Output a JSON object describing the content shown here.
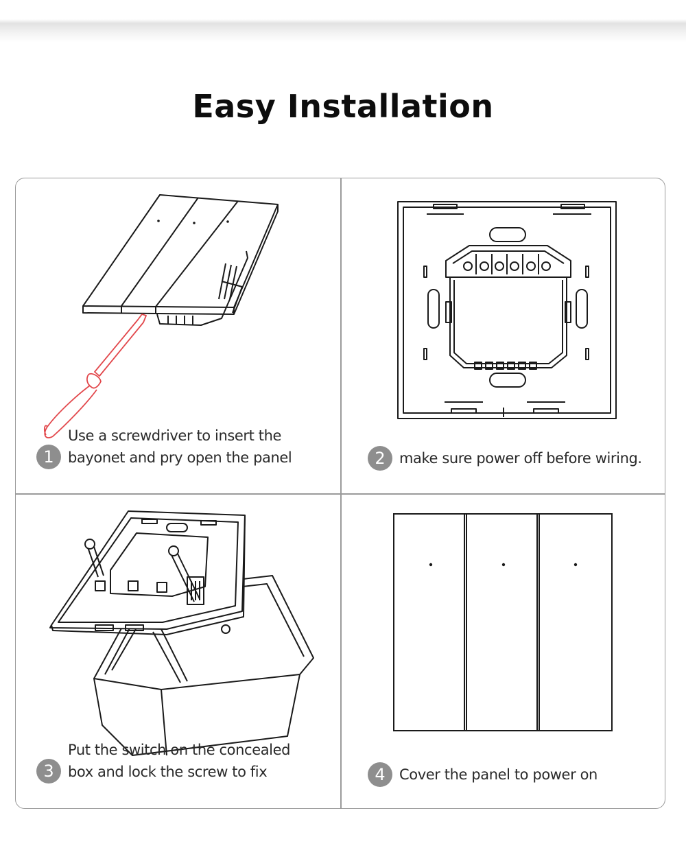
{
  "title": "Easy Installation",
  "steps": [
    {
      "number": "1",
      "caption_line1": "Use a screwdriver to insert the",
      "caption_line2": "bayonet and pry open the panel"
    },
    {
      "number": "2",
      "caption_line1": "make sure power off before wiring.",
      "caption_line2": ""
    },
    {
      "number": "3",
      "caption_line1": "Put the switch on the concealed",
      "caption_line2": "box and lock the screw to fix"
    },
    {
      "number": "4",
      "caption_line1": "Cover the panel to power on",
      "caption_line2": ""
    }
  ],
  "colors": {
    "line": "#1a1a1a",
    "screwdriver": "#e2474b",
    "badge": "#8e8e8e",
    "border": "#9a9a9a"
  }
}
